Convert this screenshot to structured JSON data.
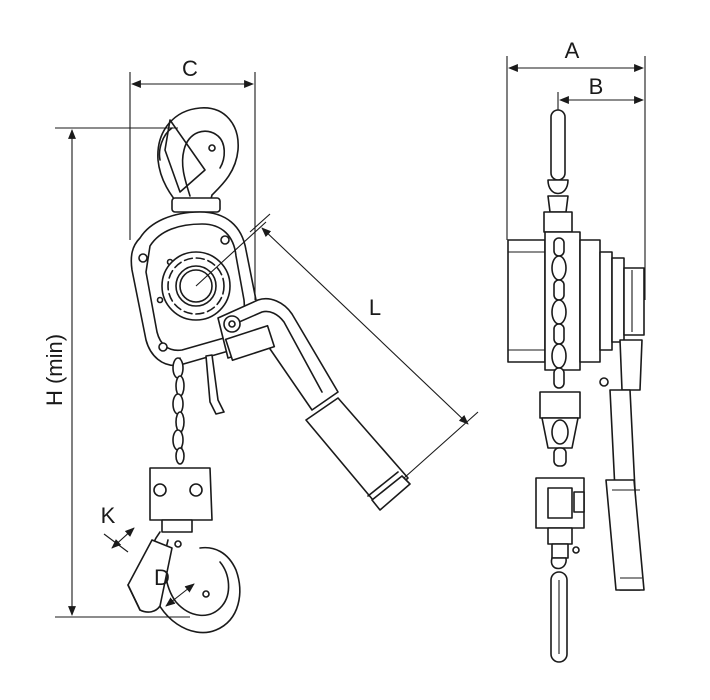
{
  "labels": {
    "A": "A",
    "B": "B",
    "C": "C",
    "D": "D",
    "K": "K",
    "L": "L",
    "H": "H (min)"
  },
  "colors": {
    "ink": "#1a1a1a",
    "paper": "#ffffff"
  }
}
